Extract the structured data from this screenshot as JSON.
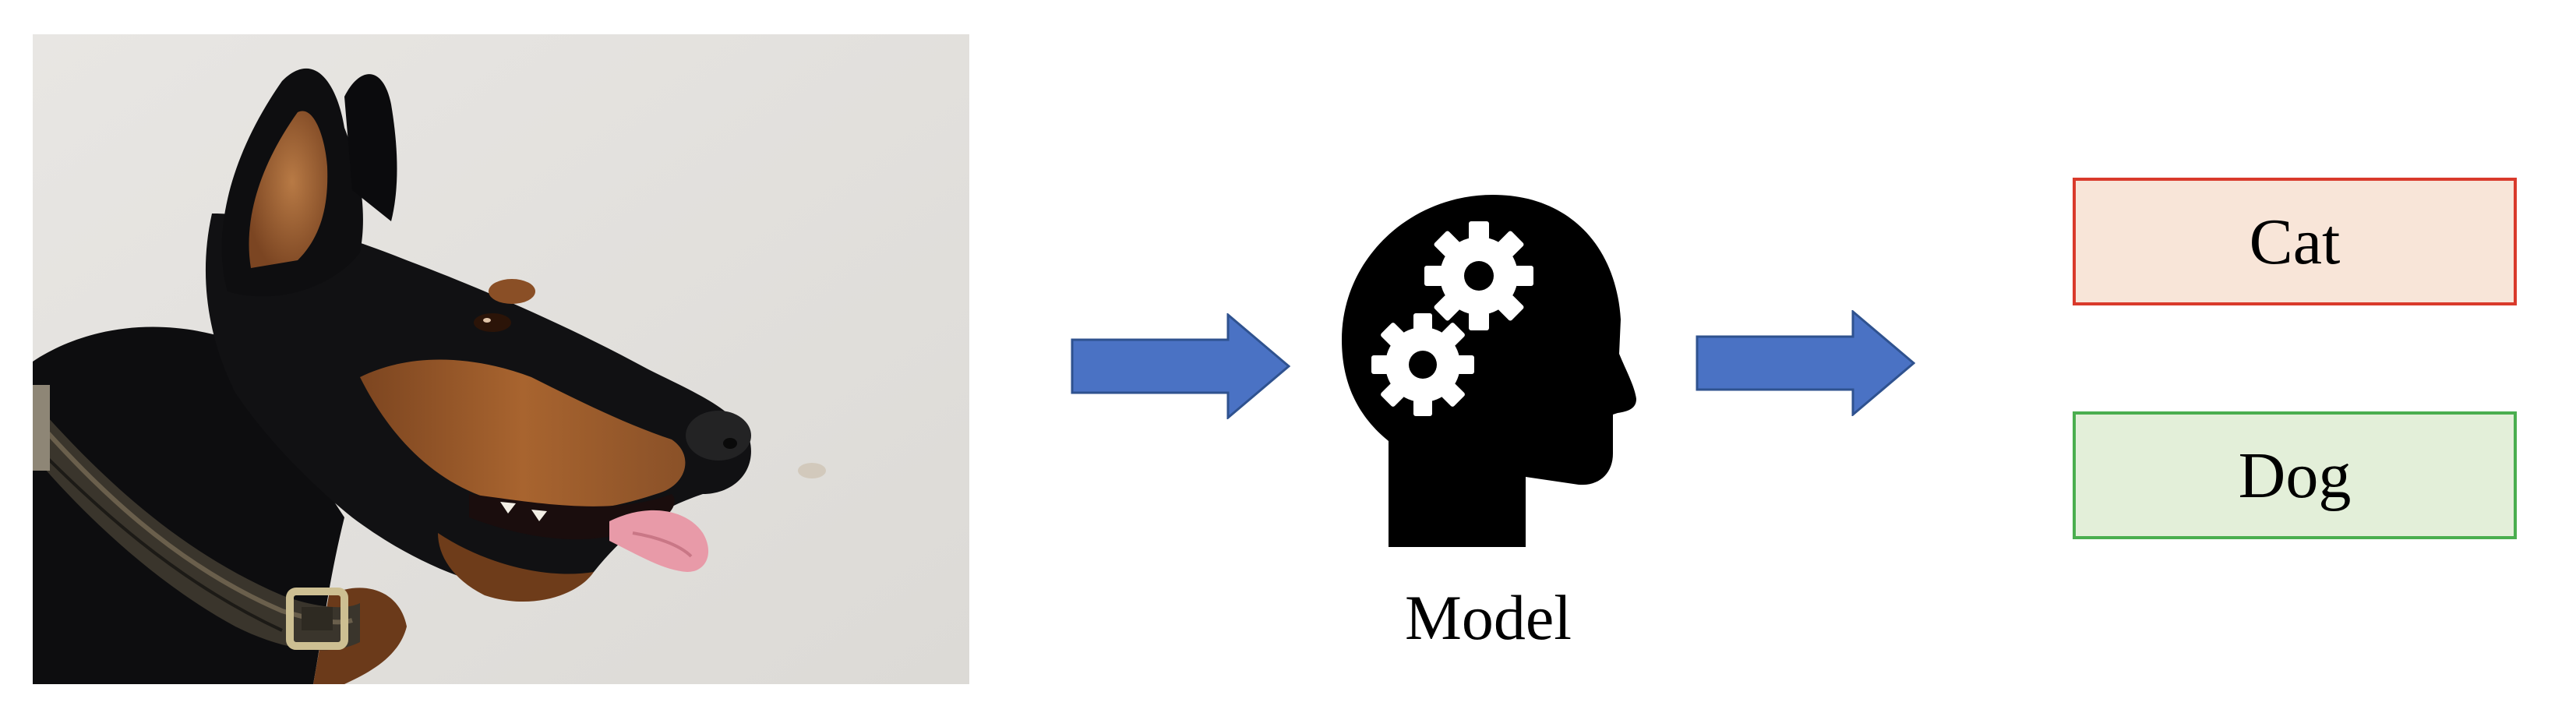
{
  "diagram": {
    "input": {
      "image_description_name": "doberman-photo"
    },
    "model": {
      "label": "Model",
      "icon": "head-with-gears-icon"
    },
    "outputs": [
      {
        "label": "Cat",
        "fill": "#f8e5d8",
        "border": "#d93a2b"
      },
      {
        "label": "Dog",
        "fill": "#e3efd9",
        "border": "#4aae4f"
      }
    ],
    "colors": {
      "arrow_fill": "#4a72c4",
      "arrow_stroke": "#2f528f",
      "background": "#ffffff",
      "icon": "#000000"
    }
  }
}
